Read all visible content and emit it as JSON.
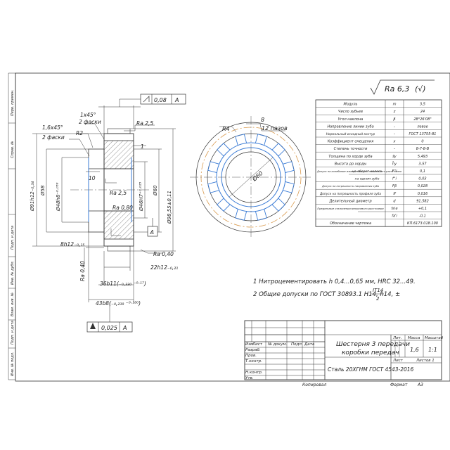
{
  "surface_finish": {
    "main": "Ra 6,3",
    "tail": "(√)"
  },
  "frame_strip": {
    "labels": [
      "Перв. примен.",
      "Справ. №",
      "Подп. и дата",
      "Инв. № дубл.",
      "Взам. инв. №",
      "Подп. и дата",
      "Инв. № подл."
    ]
  },
  "datums": {
    "a": "A"
  },
  "tolerances": {
    "top": {
      "value": "0,08",
      "datum": "A"
    },
    "bottom": {
      "value": "0,025",
      "datum": "A"
    }
  },
  "dims": {
    "chamfer_outer": "1x45°",
    "chamfer_outer_note": "2 фаски",
    "chamfer_inner": "1,6x45°",
    "chamfer_inner_note": "2 фаски",
    "r2": "R2",
    "one": "1",
    "ten": "10",
    "d91": "Ø91h12₋₀,₃₄",
    "d58": "Ø58",
    "d48": "Ø48h8⁻⁰·⁰³⁹",
    "d46": "Ø46H7⁺⁰·⁰²⁵",
    "d60": "Ø60",
    "d98": "Ø98,55±0,11",
    "w8": "8h12₋₀,₁₅",
    "w22": "22h12₋₀,₂₁",
    "w36": "36b11(₋₀,₃₃₀ ⁻⁰·¹⁷)",
    "w43": "43b8(₋₀,₂₁₉ ⁻⁰·¹⁸⁰)",
    "ra25_top": "Ra 2,5",
    "ra25_mid": "Ra 2,5",
    "ra080": "Ra 0,80",
    "ra040_right": "Ra 0,40",
    "ra040_left": "Ra 0,40"
  },
  "gear_view": {
    "r4": "R4",
    "eight": "8",
    "slots": "12 пазов",
    "d60": "Ø60"
  },
  "params_table": {
    "rows": [
      {
        "name": "Модуль",
        "sym": "m",
        "val": "3,5"
      },
      {
        "name": "Число зубьев",
        "sym": "z",
        "val": "24"
      },
      {
        "name": "Угол наклона",
        "sym": "β",
        "val": "28°26'08\""
      },
      {
        "name": "Направление линии зуба",
        "sym": "-",
        "val": "левое"
      },
      {
        "name": "Нормальный исходный контур",
        "sym": "-",
        "val": "ГОСТ 13755-81"
      },
      {
        "name": "Коэффициент смещения",
        "sym": "x",
        "val": "0"
      },
      {
        "name": "Степень точности",
        "sym": "-",
        "val": "8-7-8-В"
      },
      {
        "name": "Толщина по хорде зуба",
        "sym": "s̄y",
        "val": "5,493"
      },
      {
        "name": "Высота до хорды",
        "sym": "h̄y",
        "val": "3,57"
      },
      {
        "name": "Допуск на колебание измерительного межосевого расстояния",
        "sub": "на оборот колеса",
        "sym": "F''i",
        "val": "0,1"
      },
      {
        "name": "",
        "sub": "на одном зубе",
        "sym": "f''i",
        "val": "0,03"
      },
      {
        "name": "Допуск на погрешность направления зуба",
        "sym": "Fβ",
        "val": "0,028"
      },
      {
        "name": "Допуск на погрешность профиля зуба",
        "sym": "ff",
        "val": "0,016"
      },
      {
        "name": "Делительный диаметр",
        "sym": "d",
        "val": "91,582"
      },
      {
        "name": "Предельные отклонения межосевого расстояния",
        "sym": "fa'e",
        "val": "+0,1"
      },
      {
        "name": "",
        "sym": "fa'i",
        "val": "-0,1"
      },
      {
        "name": "Обозначение чертежа",
        "sym": "",
        "val": "КП.6173.018.100"
      }
    ]
  },
  "notes": {
    "n1": "1 Нитроцементировать h 0,4...0,65 мм, HRC 32...49.",
    "n2": "2 Общие допуски по ГОСТ 30893.1 H14, h14, ±",
    "n2_frac_top": "IT14",
    "n2_frac_bot": "2"
  },
  "title_block": {
    "title_line1": "Шестерня 3 передачи",
    "title_line2": "коробки передач",
    "material": "Сталь 20ХГНМ ГОСТ 4543-2016",
    "hdr_lit": "Лит.",
    "hdr_mass": "Масса",
    "hdr_scale": "Масштаб",
    "mass": "1,6",
    "scale": "1:1",
    "sheet": "Лист",
    "sheets": "Листов 1",
    "roles": [
      "Изм.",
      "Лист",
      "№ докум.",
      "Подп.",
      "Дата"
    ],
    "role_rows": [
      "Разраб.",
      "Пров.",
      "Т.контр.",
      "",
      "Н.контр.",
      "Утв."
    ],
    "copied": "Копировал",
    "format": "Формат",
    "format_val": "А3"
  }
}
